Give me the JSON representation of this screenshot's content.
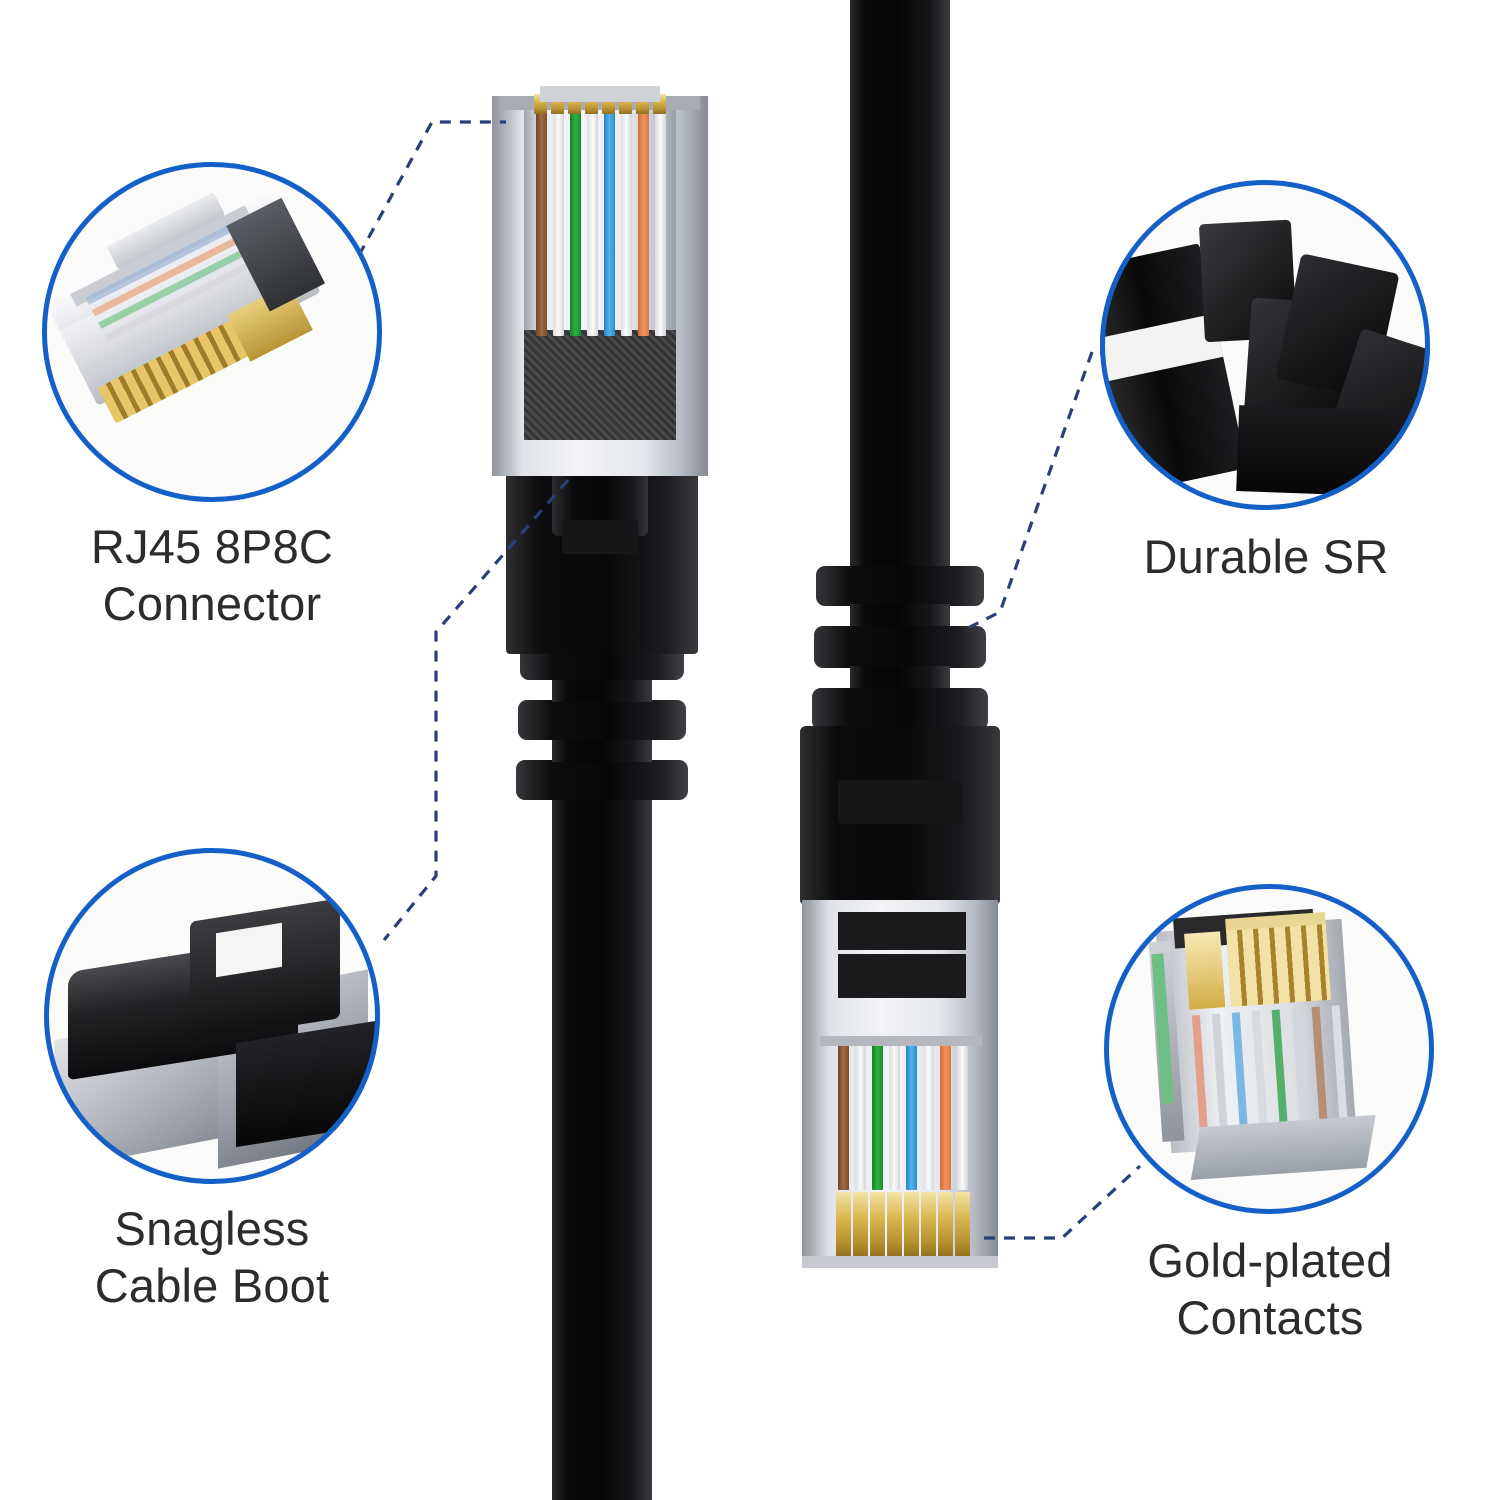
{
  "page": {
    "title": "Ethernet Patch Cable Feature Infographic",
    "background_color": "#ffffff",
    "accent_color": "#1560c8",
    "leader_color": "#2a3f7a",
    "text_color": "#2c2c2c"
  },
  "product": {
    "name": "Black RJ45 Ethernet Patch Cable",
    "cable_color": "#0a0a0b",
    "connector_count": 2
  },
  "callouts": [
    {
      "id": "rj45-connector",
      "label": "RJ45 8P8C\nConnector",
      "line1": "RJ45 8P8C",
      "line2": "Connector",
      "position": "top-left",
      "zoom_subject": "rj45-plug-closeup"
    },
    {
      "id": "durable-sr",
      "label": "Durable SR",
      "line1": "Durable SR",
      "line2": "",
      "position": "top-right",
      "zoom_subject": "strain-relief-closeup"
    },
    {
      "id": "snagless-boot",
      "label": "Snagless\nCable Boot",
      "line1": "Snagless",
      "line2": "Cable Boot",
      "position": "bottom-left",
      "zoom_subject": "snagless-boot-closeup"
    },
    {
      "id": "gold-contacts",
      "label": "Gold-plated\nContacts",
      "line1": "Gold-plated",
      "line2": "Contacts",
      "position": "bottom-right",
      "zoom_subject": "gold-contacts-closeup"
    }
  ],
  "wire_colors": {
    "pairs": [
      "brown",
      "white-brown",
      "green",
      "white-green",
      "blue",
      "white-blue",
      "orange",
      "white-orange"
    ],
    "brown": "#8a5a3b",
    "green": "#1f9b33",
    "blue": "#2f9ade",
    "orange": "#e8814b",
    "white": "#f2f3f5",
    "gold": "#d9b64e"
  },
  "connectors": {
    "left": {
      "orientation": "up",
      "contacts": 8,
      "label": "left-rj45-plug"
    },
    "right": {
      "orientation": "down",
      "contacts": 8,
      "label": "right-rj45-plug"
    }
  }
}
